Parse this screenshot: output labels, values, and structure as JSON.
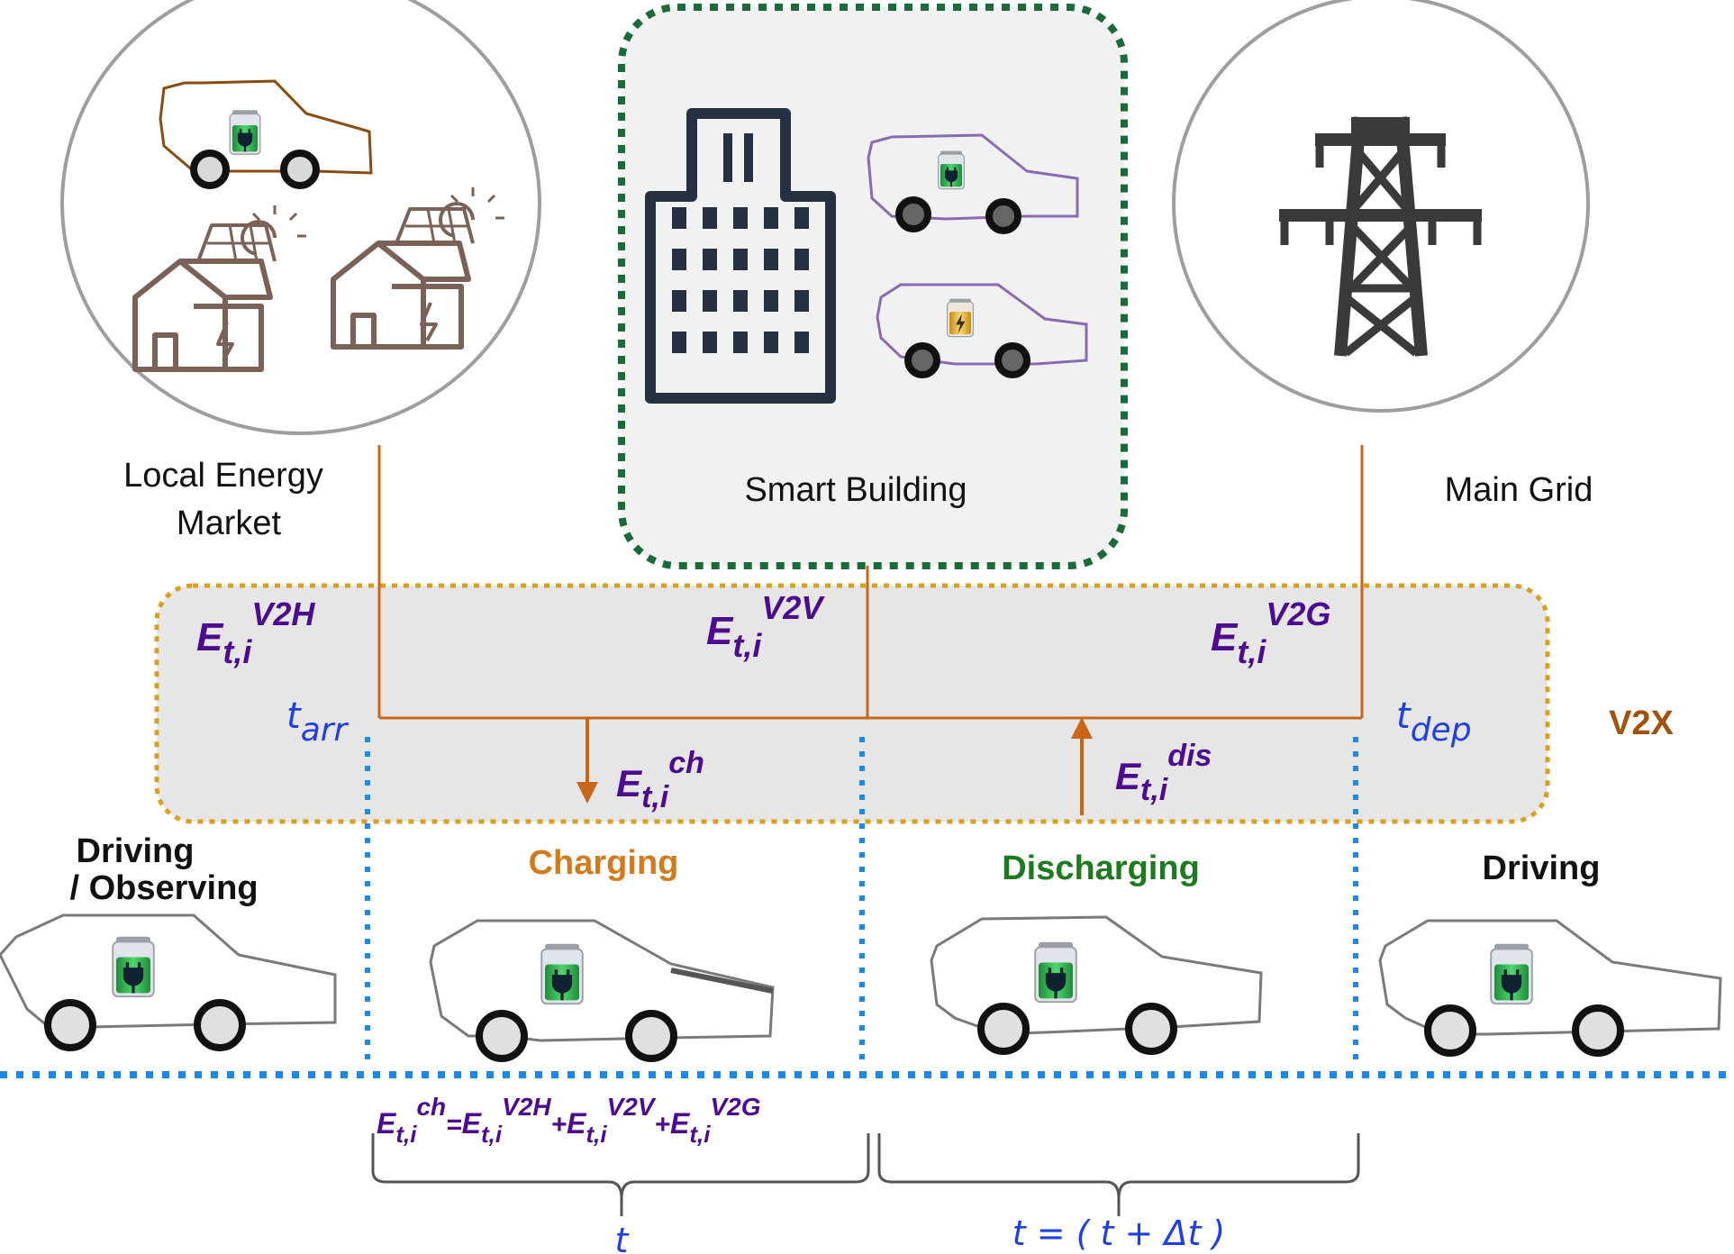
{
  "nodes": {
    "local_market": {
      "label_line1": "Local Energy",
      "label_line2": "Market"
    },
    "smart_building": {
      "label": "Smart Building"
    },
    "main_grid": {
      "label": "Main Grid"
    }
  },
  "v2x": {
    "label": "V2X"
  },
  "energy": {
    "e_base": "E",
    "e_sub": "t,i",
    "v2h_sup": "V2H",
    "v2v_sup": "V2V",
    "v2g_sup": "V2G",
    "ch_sup": "ch",
    "dis_sup": "dis"
  },
  "times": {
    "t_base": "t",
    "arr_sub": "arr",
    "dep_sub": "dep"
  },
  "phases": {
    "driving_observing_line1": "Driving",
    "driving_observing_line2": "/ Observing",
    "charging": "Charging",
    "discharging": "Discharging",
    "driving": "Driving"
  },
  "equation": {
    "eq": "=",
    "plus": "+"
  },
  "braces": {
    "left_label": "t",
    "right_label": "t = ( t + Δt )"
  },
  "colors": {
    "connector": "#C8661A",
    "math_text": "#4B0C8F",
    "time_text": "#1F3FE0",
    "dotted_blue": "#1E88E5",
    "v2x_border": "#D9A020",
    "building_border": "#1B6B3A",
    "charging_text": "#D27A1E",
    "discharging_text": "#1E7A1E",
    "v2x_text": "#A0520E"
  }
}
